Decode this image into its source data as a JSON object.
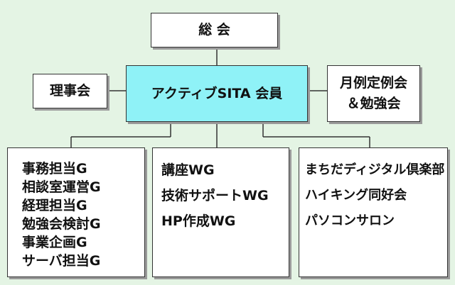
{
  "nodes": {
    "general_meeting": "総 会",
    "board": "理事会",
    "main": "アクティブSITA 会員",
    "monthly": [
      "月例定例会",
      "＆勉強会"
    ]
  },
  "committees": [
    "事務担当G",
    "相談室運営G",
    "経理担当G",
    "勉強会検討G",
    "事業企画G",
    "サーバ担当G"
  ],
  "working_groups": [
    "講座WG",
    "技術サポートWG",
    "HP作成WG"
  ],
  "clubs": [
    "まちだディジタル倶楽部",
    "ハイキング同好会",
    "パソコンサロン"
  ],
  "colors": {
    "background": "#e4f4e4",
    "main_box": "#8ff2f7",
    "box": "#ffffff",
    "line": "#333333"
  }
}
